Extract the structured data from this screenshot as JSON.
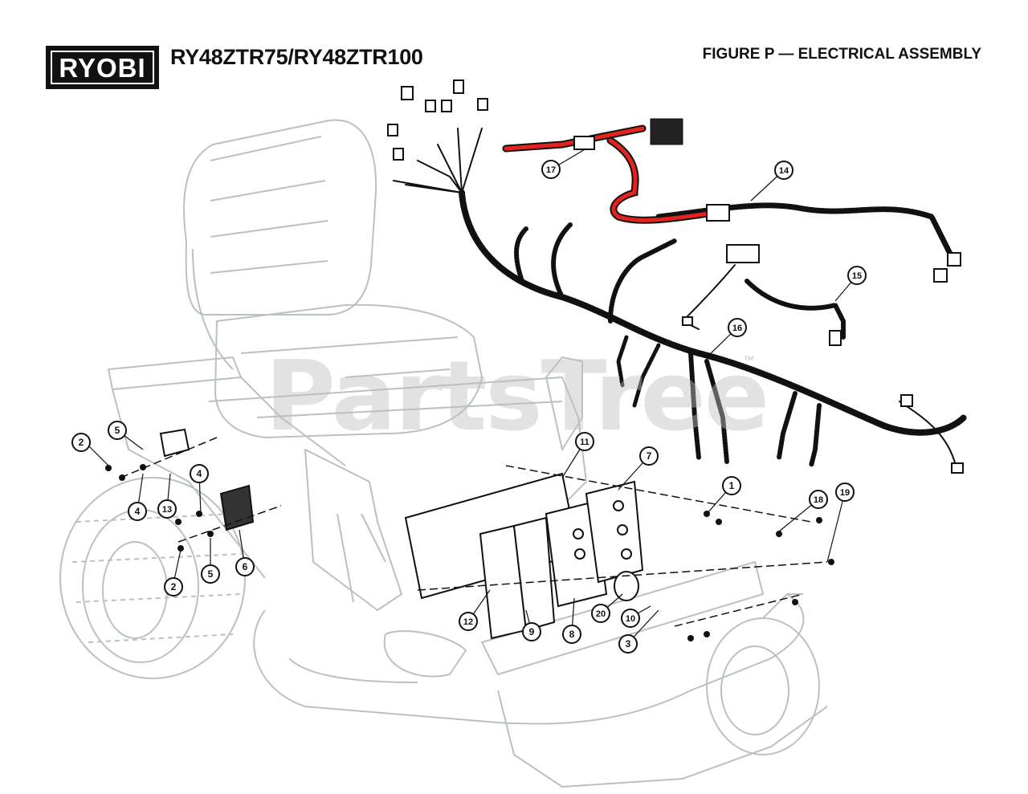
{
  "header": {
    "brand": "RYOBI",
    "model": "RY48ZTR75/RY48ZTR100",
    "figure_title": "FIGURE P — ELECTRICAL ASSEMBLY"
  },
  "watermark": {
    "text": "PartsTree",
    "tm": "™"
  },
  "callouts": [
    "1",
    "2",
    "2",
    "3",
    "4",
    "4",
    "5",
    "5",
    "6",
    "7",
    "8",
    "9",
    "10",
    "11",
    "12",
    "13",
    "14",
    "15",
    "16",
    "17",
    "18",
    "19",
    "20"
  ],
  "colors": {
    "ink": "#111111",
    "ghost_outline": "#b9c2bd",
    "cable_red": "#e4231e",
    "watermark": "#c8c8c8"
  }
}
